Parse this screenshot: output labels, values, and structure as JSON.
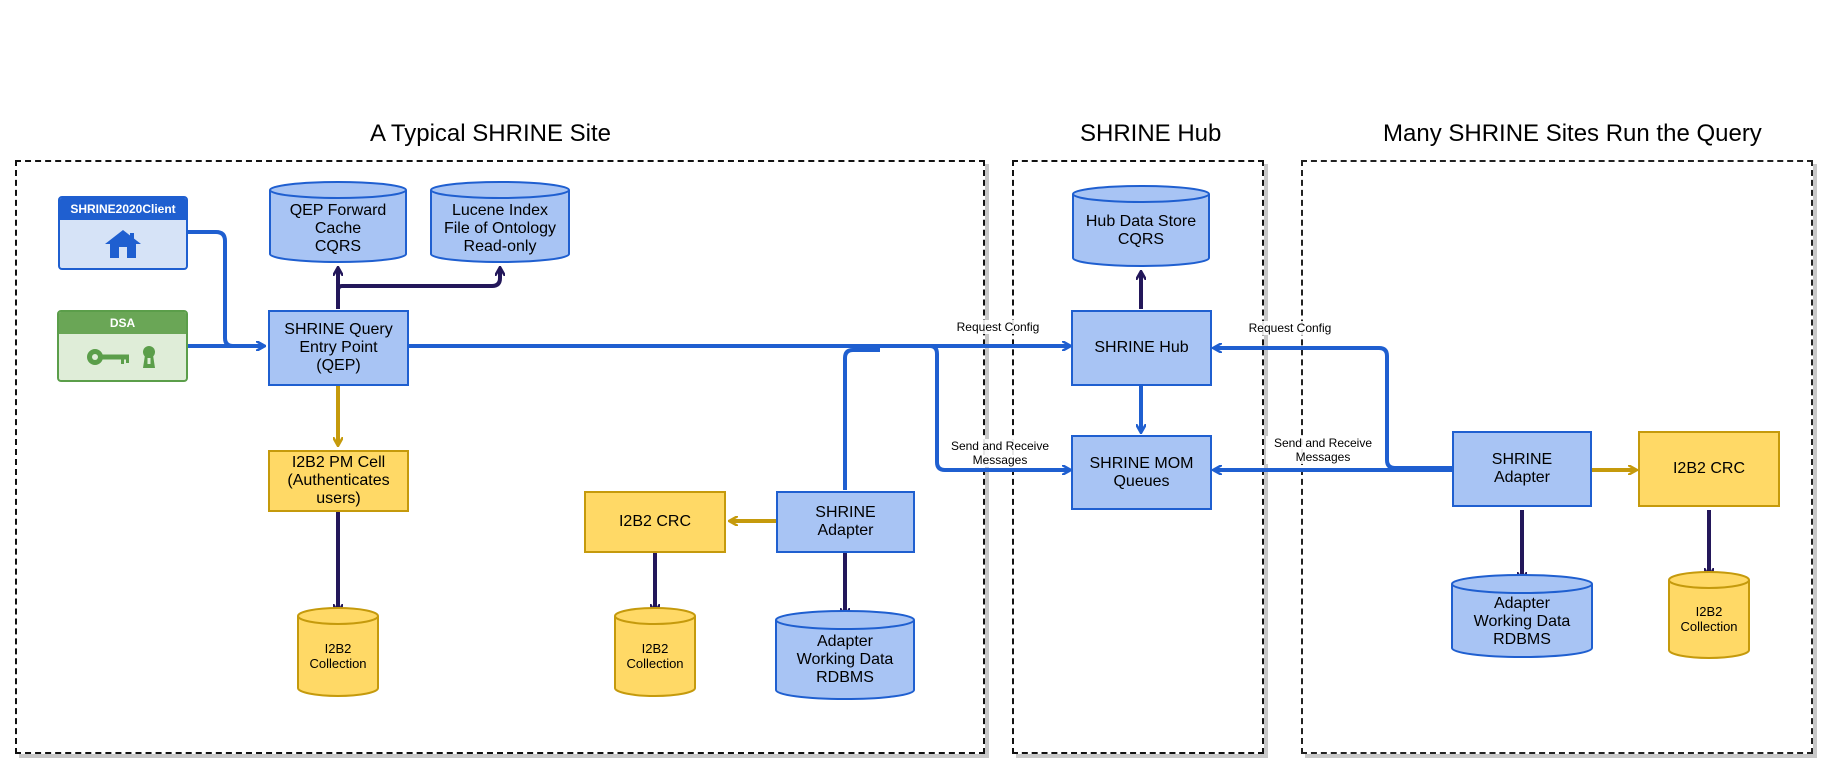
{
  "regions": {
    "site": {
      "title": "A Typical SHRINE Site"
    },
    "hub": {
      "title": "SHRINE Hub"
    },
    "many": {
      "title": "Many SHRINE Sites Run the Query"
    }
  },
  "clients": {
    "shrine2020": {
      "label": "SHRINE2020Client",
      "icon": "house-icon",
      "color": "#1f5fd0"
    },
    "dsa": {
      "label": "DSA",
      "icon": "key-lock-icon",
      "color": "#5b9e4a"
    }
  },
  "nodes": {
    "qep_cache": "QEP Forward\nCache\nCQRS",
    "lucene": "Lucene Index\nFile of Ontology\nRead-only",
    "qep": "SHRINE Query\nEntry Point\n(QEP)",
    "pm_cell": "I2B2 PM Cell\n(Authenticates\nusers)",
    "pm_collection": "I2B2\nCollection",
    "site_crc": "I2B2 CRC",
    "site_crc_collection": "I2B2\nCollection",
    "site_adapter": "SHRINE\nAdapter",
    "site_adapter_db": "Adapter\nWorking Data\nRDBMS",
    "hub_store": "Hub Data Store\nCQRS",
    "hub": "SHRINE Hub",
    "mom": "SHRINE MOM\nQueues",
    "remote_adapter": "SHRINE\nAdapter",
    "remote_crc": "I2B2 CRC",
    "remote_adapter_db": "Adapter\nWorking Data\nRDBMS",
    "remote_collection": "I2B2\nCollection"
  },
  "edge_labels": {
    "req_config_left": "Request Config",
    "send_receive_left": "Send and Receive\nMessages",
    "req_config_right": "Request Config",
    "send_receive_right": "Send and Receive\nMessages"
  },
  "colors": {
    "blue_fill": "#a8c4f4",
    "blue_stroke": "#1f5fd0",
    "yellow_fill": "#ffd966",
    "yellow_stroke": "#c59a0c",
    "arrow_blue": "#1f5fd0",
    "arrow_dark": "#23175a",
    "arrow_gold": "#c59a0c"
  }
}
